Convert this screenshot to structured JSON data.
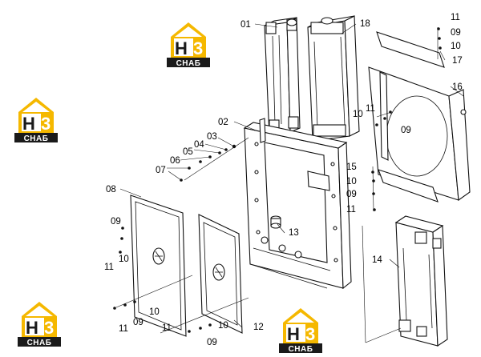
{
  "logo": {
    "mark_left": "H",
    "mark_right": "3",
    "caption": "СНАБ",
    "colors": {
      "accent": "#f5b800",
      "dark": "#1a1a1a",
      "light": "#ffffff"
    }
  },
  "callouts": {
    "c01": "01",
    "c02": "02",
    "c03": "03",
    "c04": "04",
    "c05": "05",
    "c06": "06",
    "c07": "07",
    "c08": "08",
    "c09a": "09",
    "c09b": "09",
    "c09c": "09",
    "c09d": "09",
    "c09e": "09",
    "c09f": "09",
    "c10a": "10",
    "c10b": "10",
    "c10c": "10",
    "c10d": "10",
    "c10e": "10",
    "c10f": "10",
    "c11a": "11",
    "c11b": "11",
    "c11c": "11",
    "c11d": "11",
    "c11e": "11",
    "c11f": "11",
    "c12": "12",
    "c13": "13",
    "c14": "14",
    "c15": "15",
    "c16": "16",
    "c17": "17",
    "c18": "18"
  }
}
